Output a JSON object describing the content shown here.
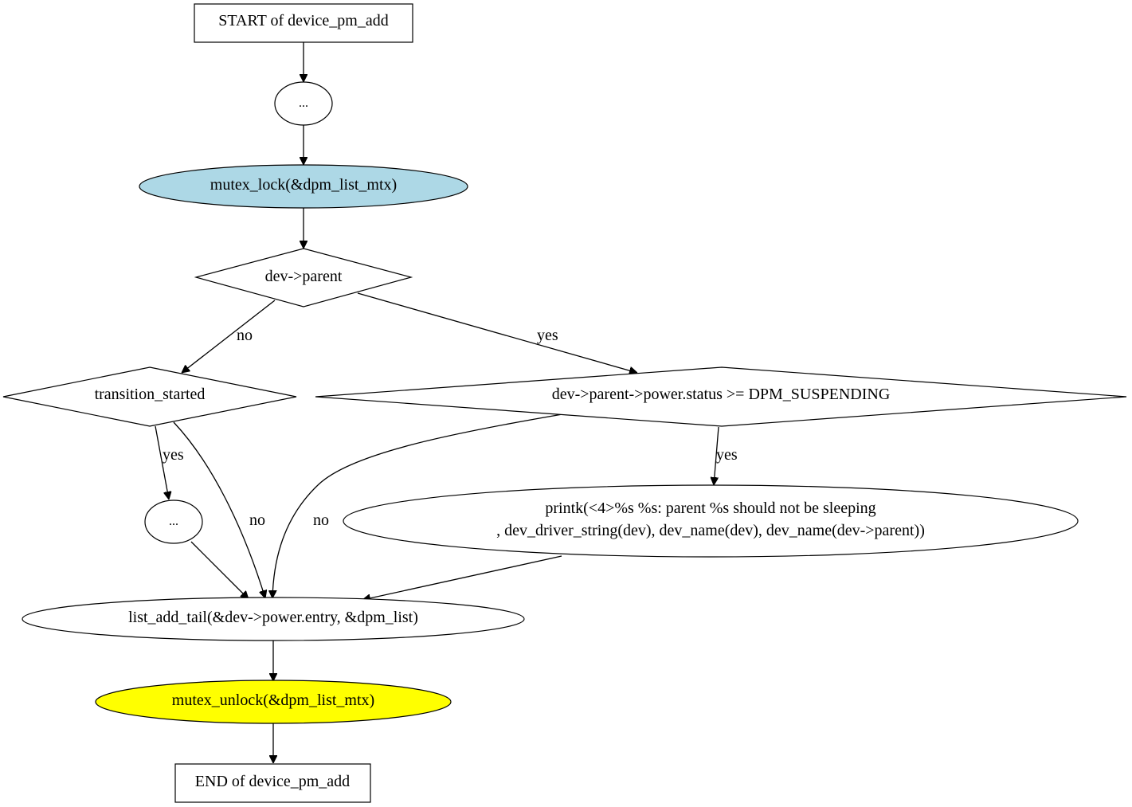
{
  "nodes": {
    "start": "START of device_pm_add",
    "ellipsis_top": "...",
    "mutex_lock": "mutex_lock(&dpm_list_mtx)",
    "dev_parent": "dev->parent",
    "transition_started": "transition_started",
    "parent_power_status": "dev->parent->power.status >= DPM_SUSPENDING",
    "ellipsis_mid": "...",
    "printk_line1": "printk(<4>%s %s: parent %s should not be sleeping",
    "printk_line2": ", dev_driver_string(dev), dev_name(dev), dev_name(dev->parent))",
    "list_add_tail": "list_add_tail(&dev->power.entry, &dpm_list)",
    "mutex_unlock": "mutex_unlock(&dpm_list_mtx)",
    "end": "END of device_pm_add"
  },
  "edge_labels": {
    "parent_no": "no",
    "parent_yes": "yes",
    "transition_yes": "yes",
    "transition_no": "no",
    "status_no": "no",
    "status_yes": "yes"
  },
  "colors": {
    "mutex_lock_fill": "#add8e6",
    "mutex_unlock_fill": "#ffff00"
  }
}
